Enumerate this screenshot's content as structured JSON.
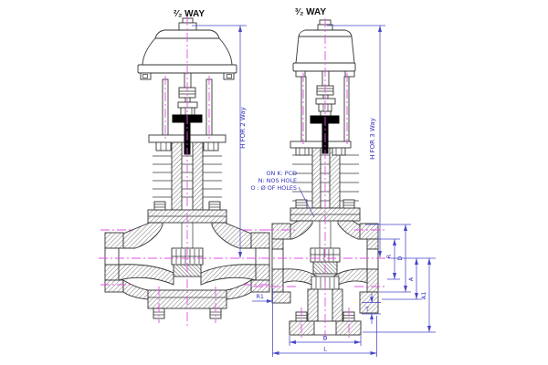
{
  "page": {
    "background": "#ffffff"
  },
  "valves": {
    "left": {
      "title": "²⁄₂ WAY",
      "height_dim_label": "H FOR 2 Way"
    },
    "right": {
      "title": "³⁄₂ WAY",
      "height_dim_label": "H FOR 3 Way"
    }
  },
  "flange_note": {
    "lines": [
      "ON K: PCD",
      "N: NOS HOLE",
      "O : Ø OF HOLES"
    ]
  },
  "dimensions": {
    "r": "R",
    "d": "D",
    "a": "A",
    "a1": "A1",
    "t": "T",
    "r1": "R1",
    "bottom_d": "D",
    "bottom_l": "L"
  },
  "colors": {
    "outline": "#333333",
    "hatch": "#808080",
    "centerline": "#e052e0",
    "dimension": "#4646c8",
    "stem_coupling": "#000000"
  }
}
